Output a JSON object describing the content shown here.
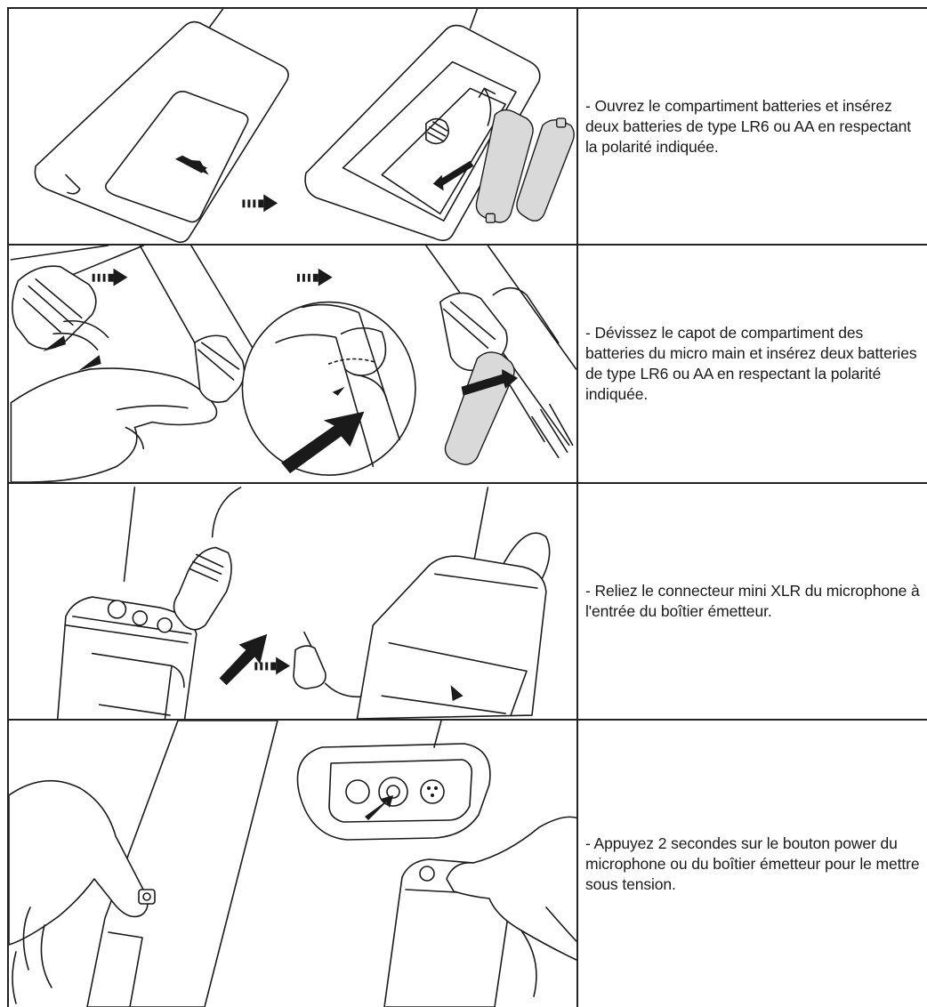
{
  "steps": [
    {
      "text": "- Ouvrez le compartiment batteries et insérez deux batteries de type LR6 ou AA en respectant la polarité indiquée."
    },
    {
      "text": "- Dévissez le capot de compartiment des batteries du micro main et insérez deux batteries de type LR6 ou AA en respectant la polarité indiquée."
    },
    {
      "text": "- Reliez le connecteur mini XLR du microphone à l'entrée du boîtier émetteur."
    },
    {
      "text": "- Appuyez 2 secondes sur le bouton power du microphone ou du boîtier émetteur pour le mettre sous tension."
    }
  ]
}
